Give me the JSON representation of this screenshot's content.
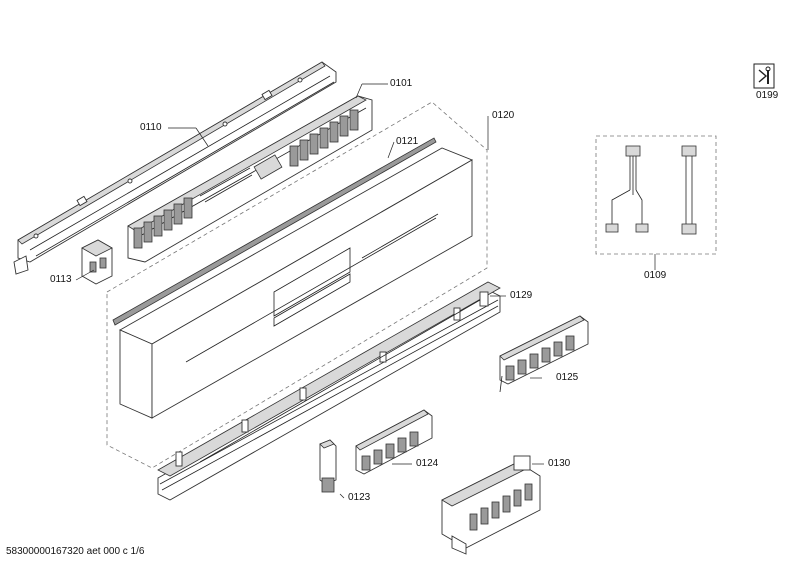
{
  "labels": {
    "p0101": "0101",
    "p0110": "0110",
    "p0113": "0113",
    "p0120": "0120",
    "p0121": "0121",
    "p0109": "0109",
    "p0199": "0199",
    "p0129": "0129",
    "p0125": "0125",
    "p0124": "0124",
    "p0123": "0123",
    "p0130": "0130"
  },
  "footer": "58300000167320 aet 000 c 1/6",
  "icons": {
    "service_icon": "wrench-service-icon"
  }
}
